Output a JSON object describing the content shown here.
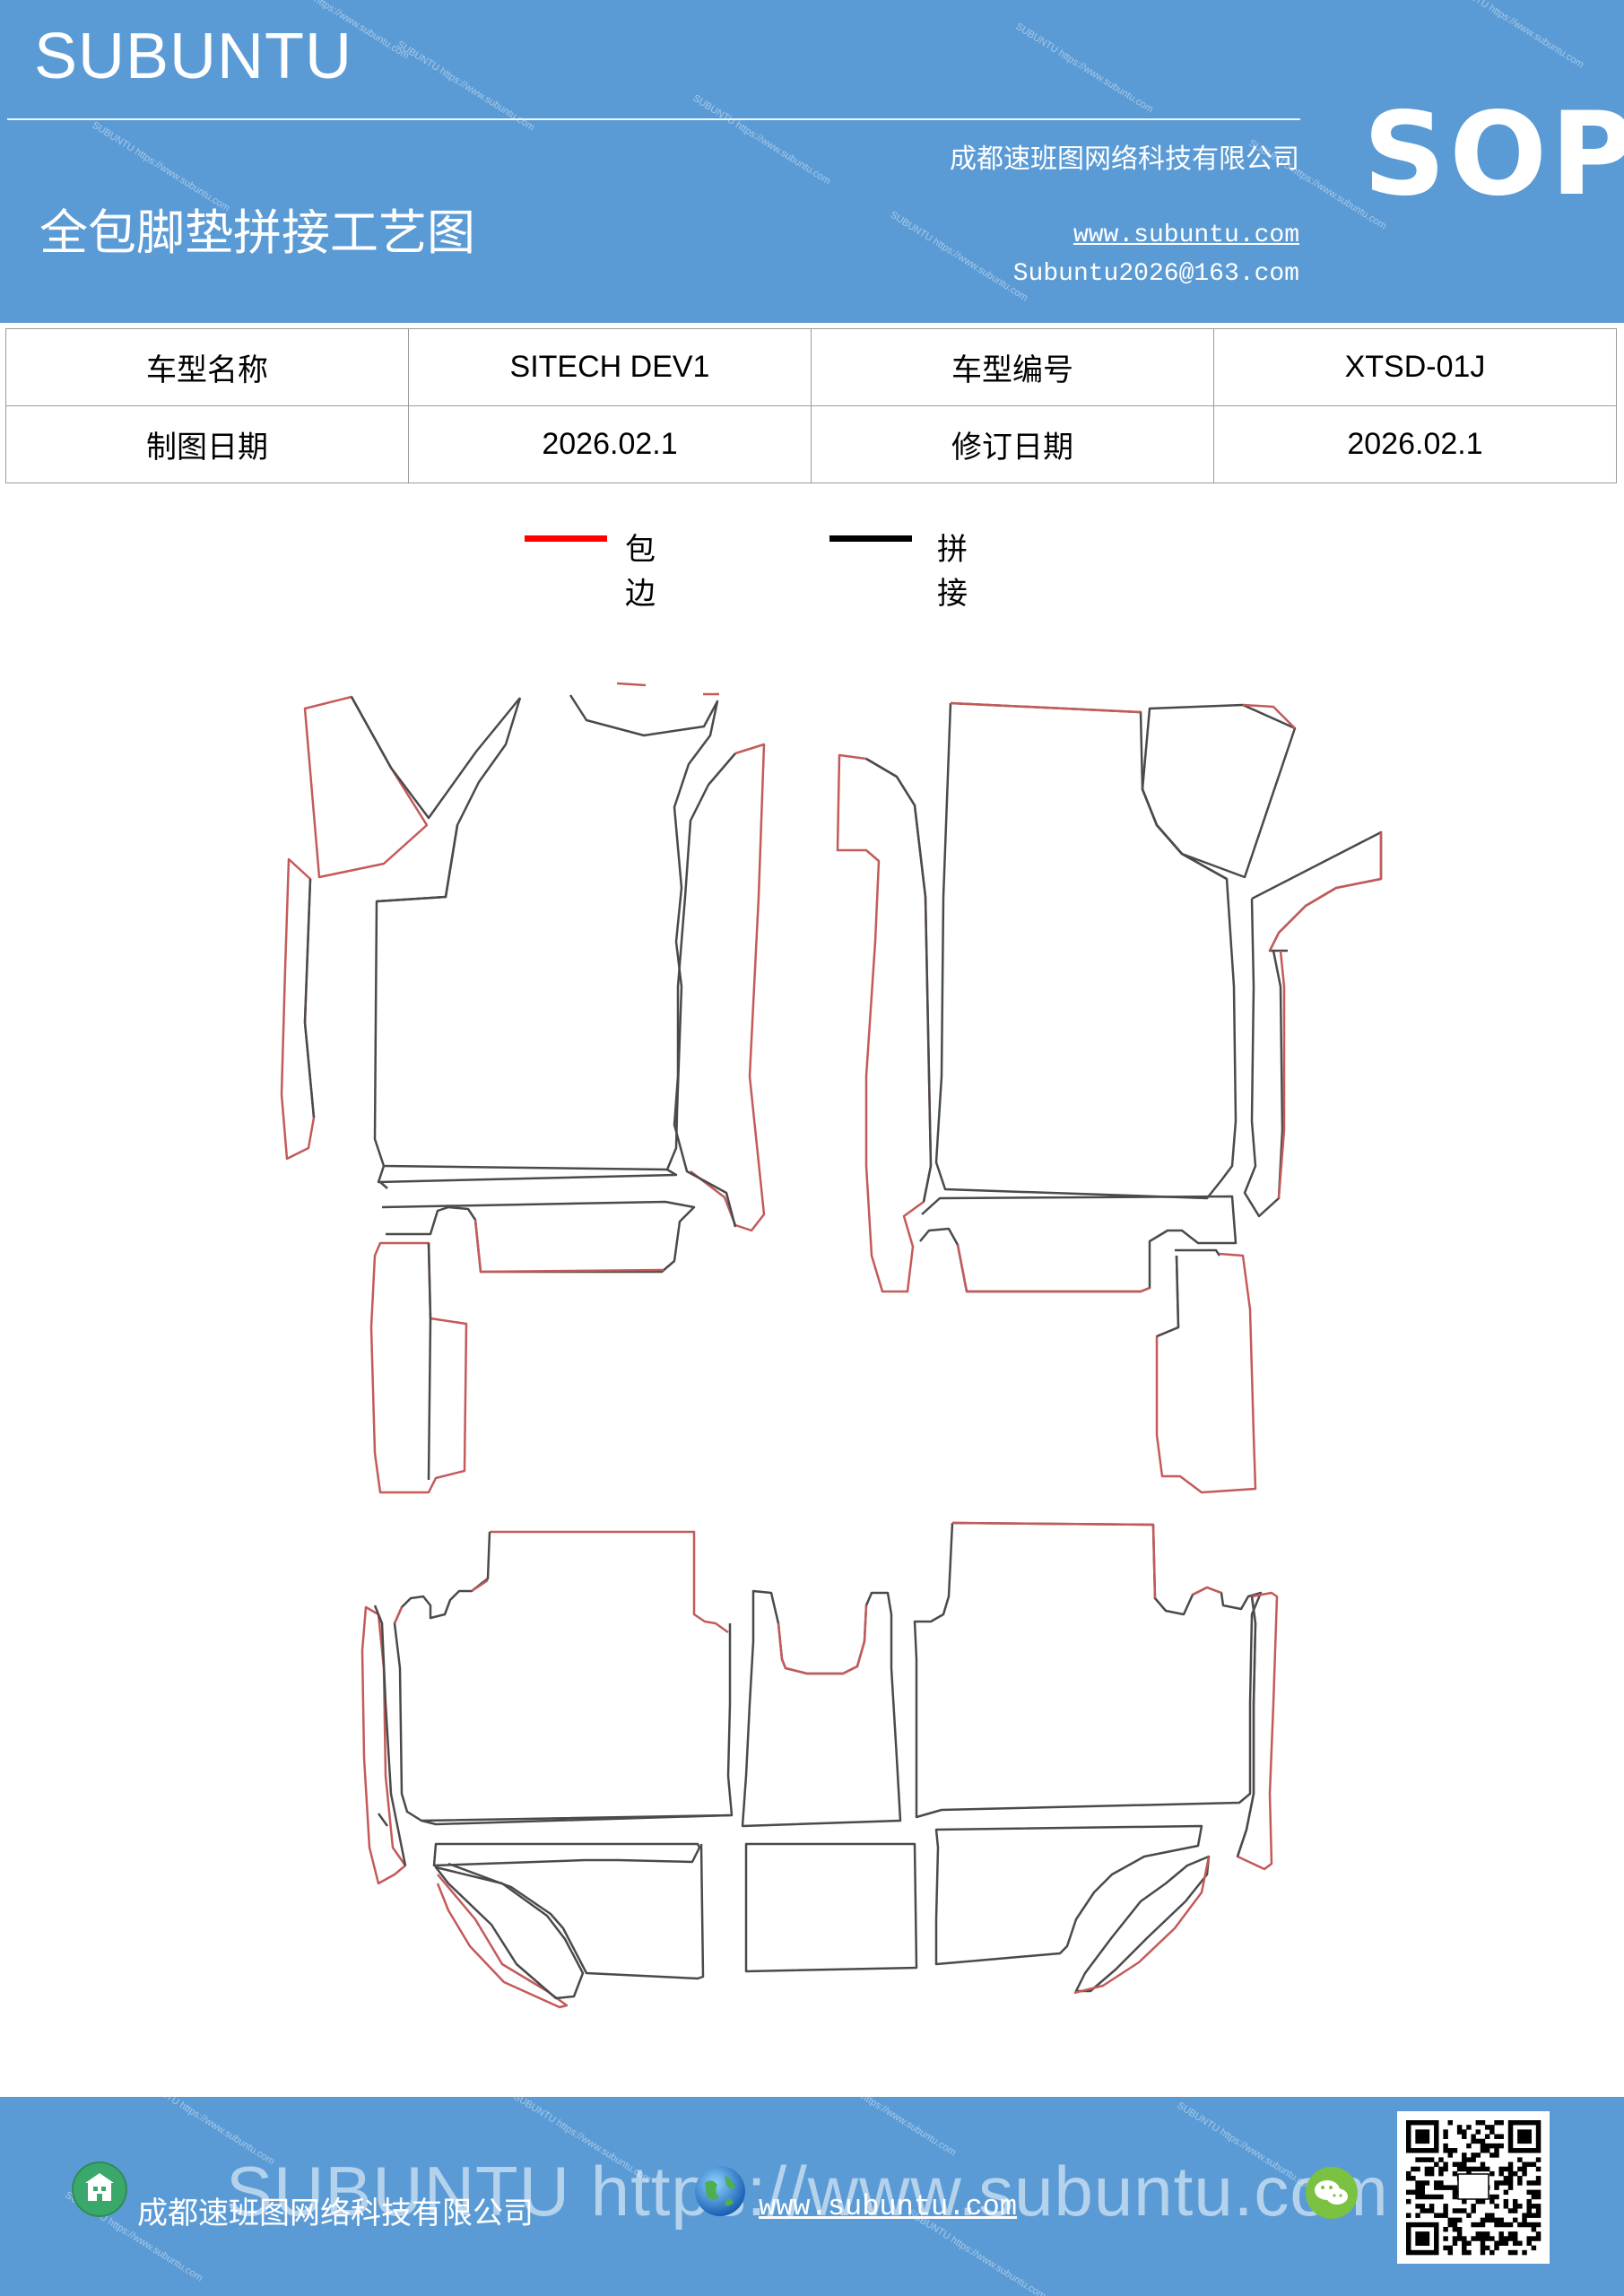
{
  "header": {
    "brand": "SUBUNTU",
    "company": "成都速班图网络科技有限公司",
    "title": "全包脚垫拼接工艺图",
    "website": "www.subuntu.com",
    "email": "Subuntu2026@163.com",
    "badge": "SOP",
    "watermark": "SUBUNTU https://www.subuntu.com"
  },
  "info_table": {
    "rows": [
      {
        "label1": "车型名称",
        "value1": "SITECH  DEV1",
        "label2": "车型编号",
        "value2": "XTSD-01J"
      },
      {
        "label1": "制图日期",
        "value1": "2026.02.1",
        "label2": "修订日期",
        "value2": "2026.02.1"
      }
    ]
  },
  "legend": {
    "items": [
      {
        "label": "包边",
        "color": "#ff0000"
      },
      {
        "label": "拼接",
        "color": "#000000"
      }
    ]
  },
  "diagram_colors": {
    "binding": "#c45a5a",
    "seam": "#4a4a4a"
  },
  "footer": {
    "company": "成都速班图网络科技有限公司",
    "website": "www.subuntu.com",
    "watermark": "SUBUNTU https://www.subuntu.com",
    "qr_icon": "qr-code-icon",
    "company_icon": "building-icon",
    "globe_icon": "globe-icon",
    "wechat_icon": "wechat-icon"
  }
}
